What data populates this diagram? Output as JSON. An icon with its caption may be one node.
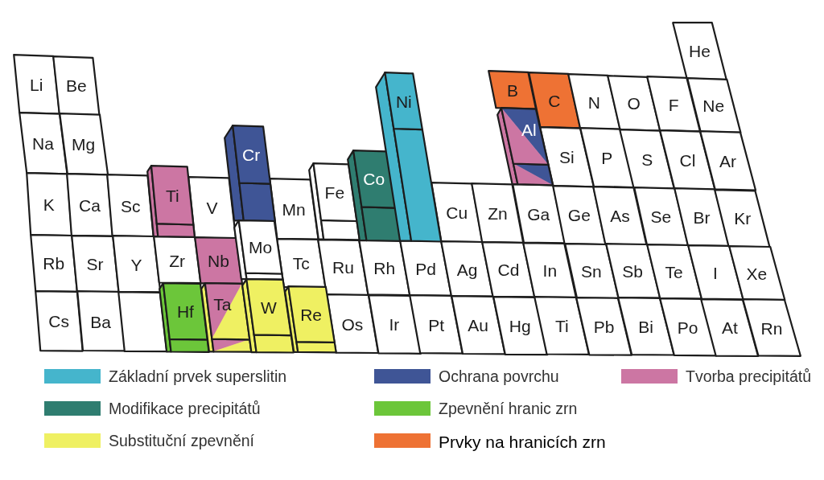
{
  "diagram": {
    "nodes": [
      {
        "text": [
          "He"
        ]
      },
      {
        "text": [
          "Li"
        ]
      },
      {
        "text": [
          "Be"
        ]
      },
      {
        "text": [
          "B"
        ]
      },
      {
        "text": [
          "C"
        ]
      },
      {
        "text": [
          "N"
        ]
      },
      {
        "text": [
          "O"
        ]
      },
      {
        "text": [
          "F"
        ]
      },
      {
        "text": [
          "Ne"
        ]
      },
      {
        "text": [
          "Na"
        ]
      },
      {
        "text": [
          "Mg"
        ]
      },
      {
        "text": [
          "Al"
        ]
      },
      {
        "text": [
          "Si"
        ]
      },
      {
        "text": [
          "P"
        ]
      },
      {
        "text": [
          "S"
        ]
      },
      {
        "text": [
          "Cl"
        ]
      },
      {
        "text": [
          "Ar"
        ]
      },
      {
        "text": [
          "K"
        ]
      },
      {
        "text": [
          "Ca"
        ]
      },
      {
        "text": [
          "Sc"
        ]
      },
      {
        "text": [
          "Ti"
        ]
      },
      {
        "text": [
          "V"
        ]
      },
      {
        "text": [
          "Cr"
        ]
      },
      {
        "text": [
          "Mn"
        ]
      },
      {
        "text": [
          "Fe"
        ]
      },
      {
        "text": [
          "Co"
        ]
      },
      {
        "text": [
          "Ni"
        ]
      },
      {
        "text": [
          "Cu"
        ]
      },
      {
        "text": [
          "Zn"
        ]
      },
      {
        "text": [
          "Ga"
        ]
      },
      {
        "text": [
          "Ge"
        ]
      },
      {
        "text": [
          "As"
        ]
      },
      {
        "text": [
          "Se"
        ]
      },
      {
        "text": [
          "Br"
        ]
      },
      {
        "text": [
          "Kr"
        ]
      },
      {
        "text": [
          "Rb"
        ]
      },
      {
        "text": [
          "Sr"
        ]
      },
      {
        "text": [
          "Y"
        ]
      },
      {
        "text": [
          "Zr"
        ]
      },
      {
        "text": [
          "Nb"
        ]
      },
      {
        "text": [
          "Mo"
        ]
      },
      {
        "text": [
          "Tc"
        ]
      },
      {
        "text": [
          "Ru"
        ]
      },
      {
        "text": [
          "Rh"
        ]
      },
      {
        "text": [
          "Pd"
        ]
      },
      {
        "text": [
          "Ag"
        ]
      },
      {
        "text": [
          "Cd"
        ]
      },
      {
        "text": [
          "In"
        ]
      },
      {
        "text": [
          "Sn"
        ]
      },
      {
        "text": [
          "Sb"
        ]
      },
      {
        "text": [
          "Te"
        ]
      },
      {
        "text": [
          "I"
        ]
      },
      {
        "text": [
          "Xe"
        ]
      },
      {
        "text": [
          "Cs"
        ]
      },
      {
        "text": [
          "Ba"
        ]
      },
      {
        "text": [],
        "shape": "box"
      },
      {
        "text": [
          "Hf"
        ]
      },
      {
        "text": [
          "Ta"
        ]
      },
      {
        "text": [
          "W"
        ]
      },
      {
        "text": [
          "Re"
        ]
      },
      {
        "text": [
          "Os"
        ]
      },
      {
        "text": [
          "Ir"
        ]
      },
      {
        "text": [
          "Pt"
        ]
      },
      {
        "text": [
          "Au"
        ]
      },
      {
        "text": [
          "Hg"
        ]
      },
      {
        "text": [
          "Ti"
        ]
      },
      {
        "text": [
          "Pb"
        ]
      },
      {
        "text": [
          "Bi"
        ]
      },
      {
        "text": [
          "Po"
        ]
      },
      {
        "text": [
          "At"
        ]
      },
      {
        "text": [
          "Rn"
        ]
      }
    ],
    "legend": [
      {
        "text": "Základní prvek superslitin",
        "color": "#45b5cc"
      },
      {
        "text": "Ochrana povrchu",
        "color": "#3f5596"
      },
      {
        "text": "Tvorba precipitátů",
        "color": "#cc76a3"
      },
      {
        "text": "Modifikace precipitátů",
        "color": "#2f7d70"
      },
      {
        "text": "Zpevnění hranic zrn",
        "color": "#6cc63a"
      },
      {
        "text": "Substituční zpevnění",
        "color": "#eff062"
      },
      {
        "text": "Prvky na hranicích zrn",
        "color": "#ee7234"
      }
    ]
  }
}
